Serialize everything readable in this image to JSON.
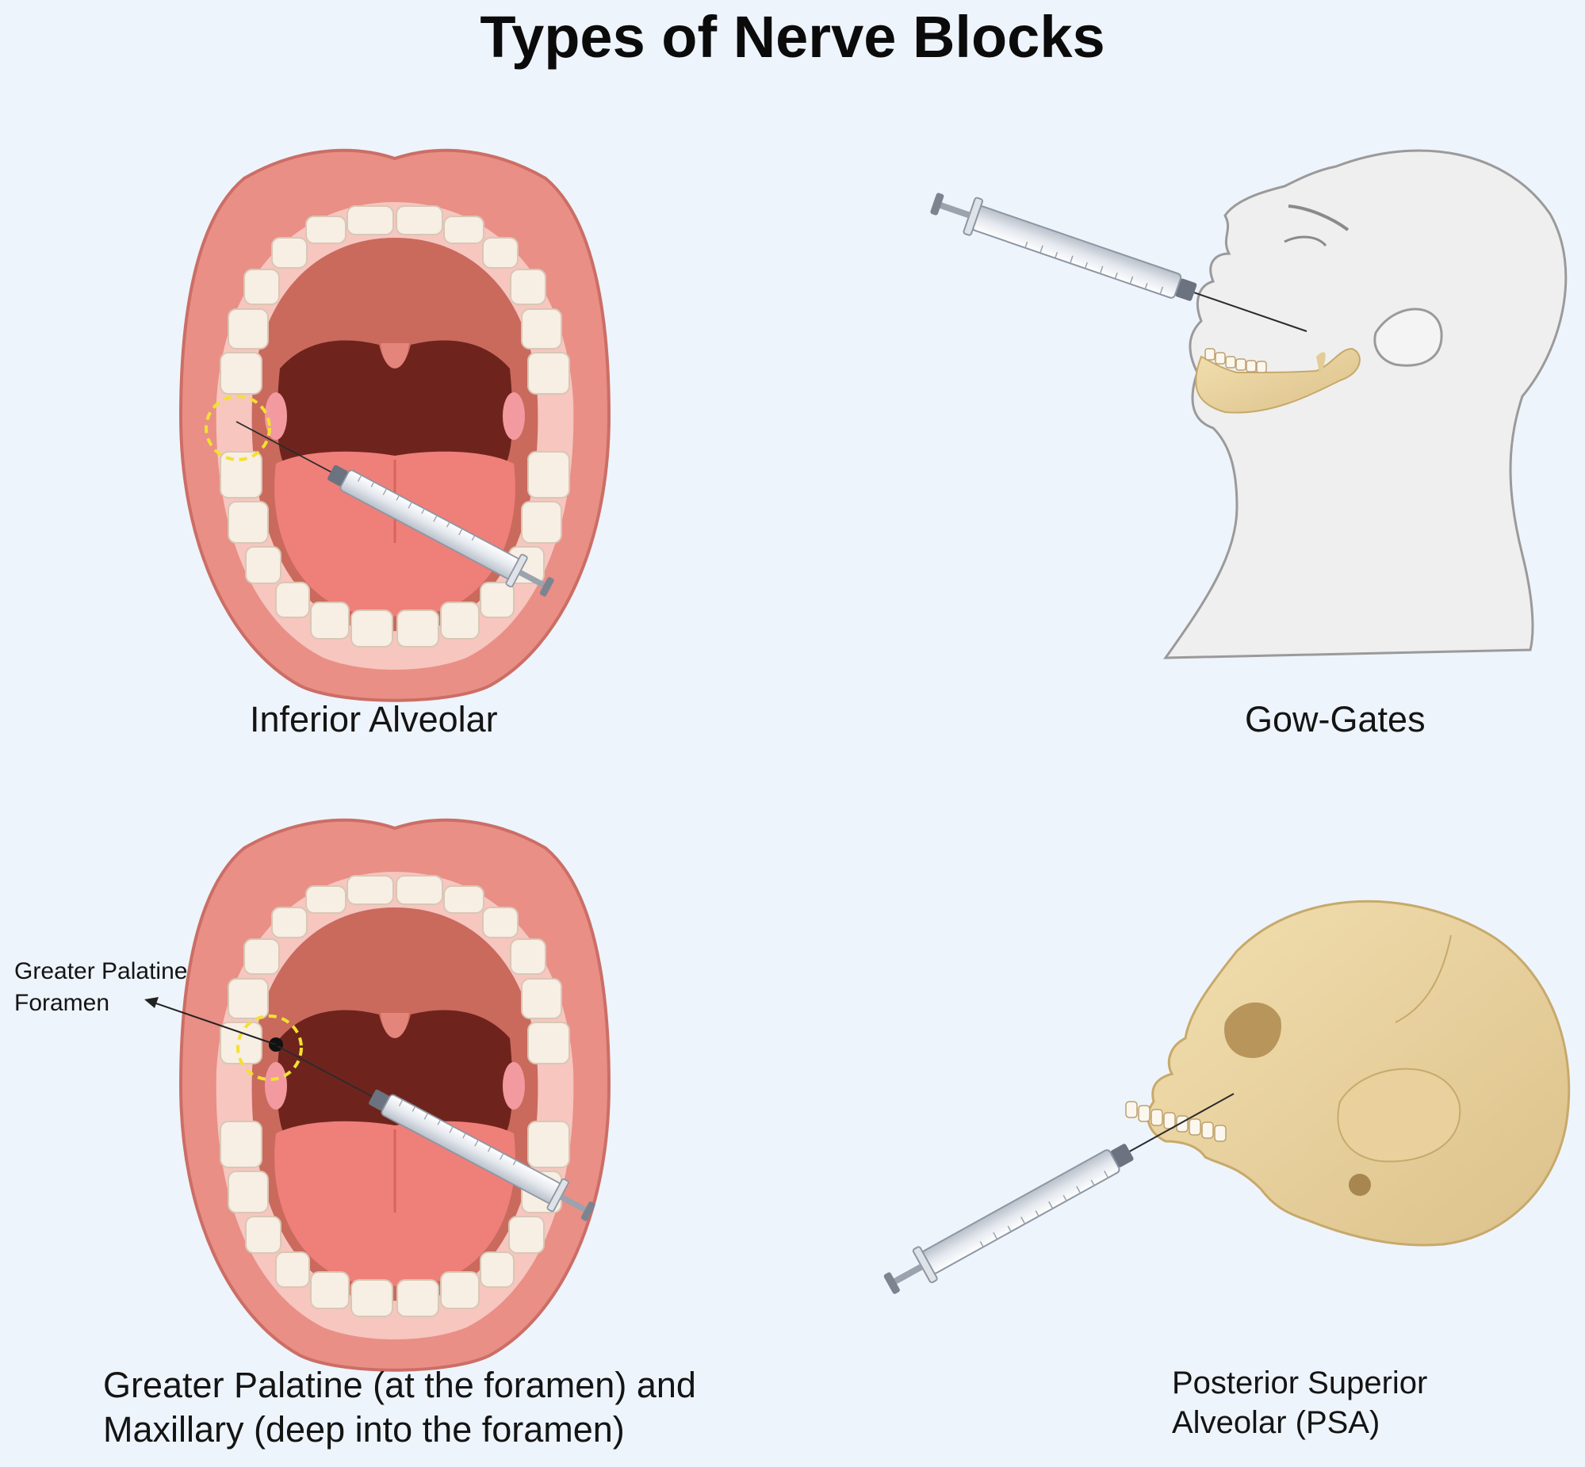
{
  "title": "Types of Nerve Blocks",
  "panels": {
    "inferior_alveolar": {
      "label": "Inferior Alveolar"
    },
    "gow_gates": {
      "label": "Gow-Gates"
    },
    "greater_palatine": {
      "label_line1": "Greater Palatine (at the foramen) and",
      "label_line2": "Maxillary (deep into the foramen)",
      "callout_line1": "Greater Palatine",
      "callout_line2": "Foramen"
    },
    "psa": {
      "label_line1": "Posterior Superior",
      "label_line2": "Alveolar (PSA)"
    }
  }
}
